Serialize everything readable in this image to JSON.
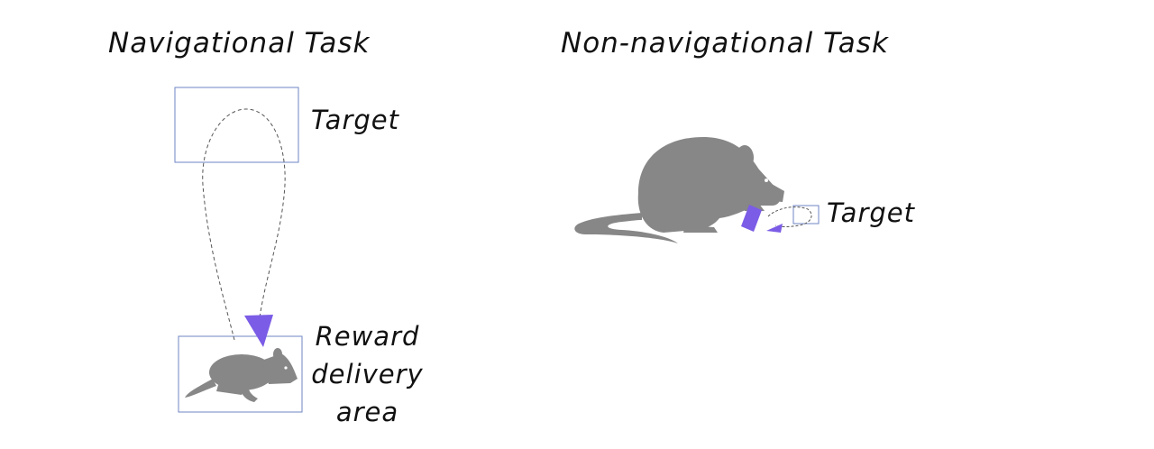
{
  "titles": {
    "navigational": "Navigational Task",
    "non_navigational": "Non-navigational Task"
  },
  "labels": {
    "nav_target": "Target",
    "reward_line1": "Reward",
    "reward_line2": "delivery",
    "reward_line3": "area",
    "nonnav_target": "Target"
  },
  "colors": {
    "box_outline": "#6f86c4",
    "rat": "#878787",
    "arrow": "#7b5ce6",
    "path": "#555555",
    "text": "#111111"
  },
  "icons": {
    "animal": "rat-silhouette",
    "pointer": "triangle-arrowhead"
  }
}
